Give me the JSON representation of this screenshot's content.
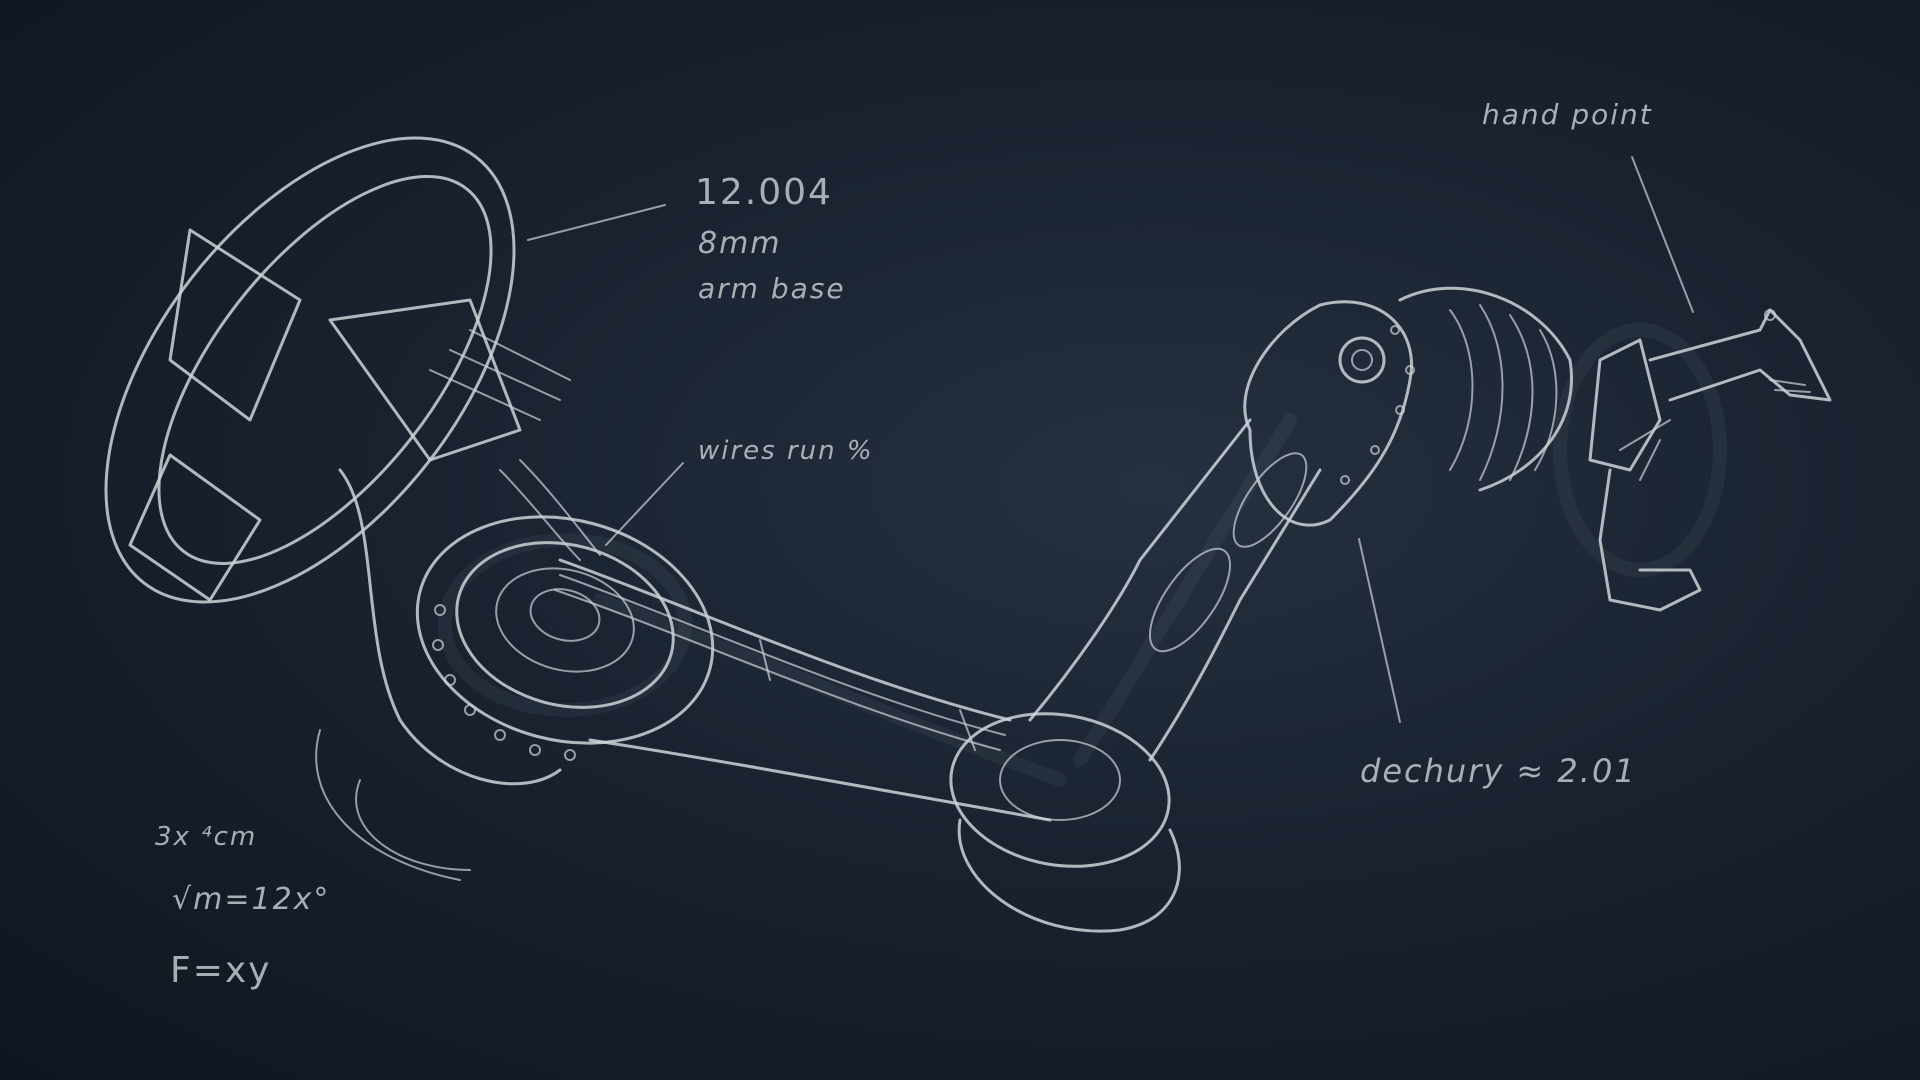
{
  "annotations": {
    "base_dimension": "12.004",
    "base_size": "8mm",
    "base_label": "arm base",
    "wires": "wires run %",
    "hand": "hand point",
    "degree": "dechury ≈ 2.01",
    "formula_1": "3x ⁴cm",
    "formula_2": "√m=12x°",
    "formula_3": "F=xy"
  },
  "colors": {
    "board": "#1a2230",
    "chalk": "#cdd3d8"
  }
}
